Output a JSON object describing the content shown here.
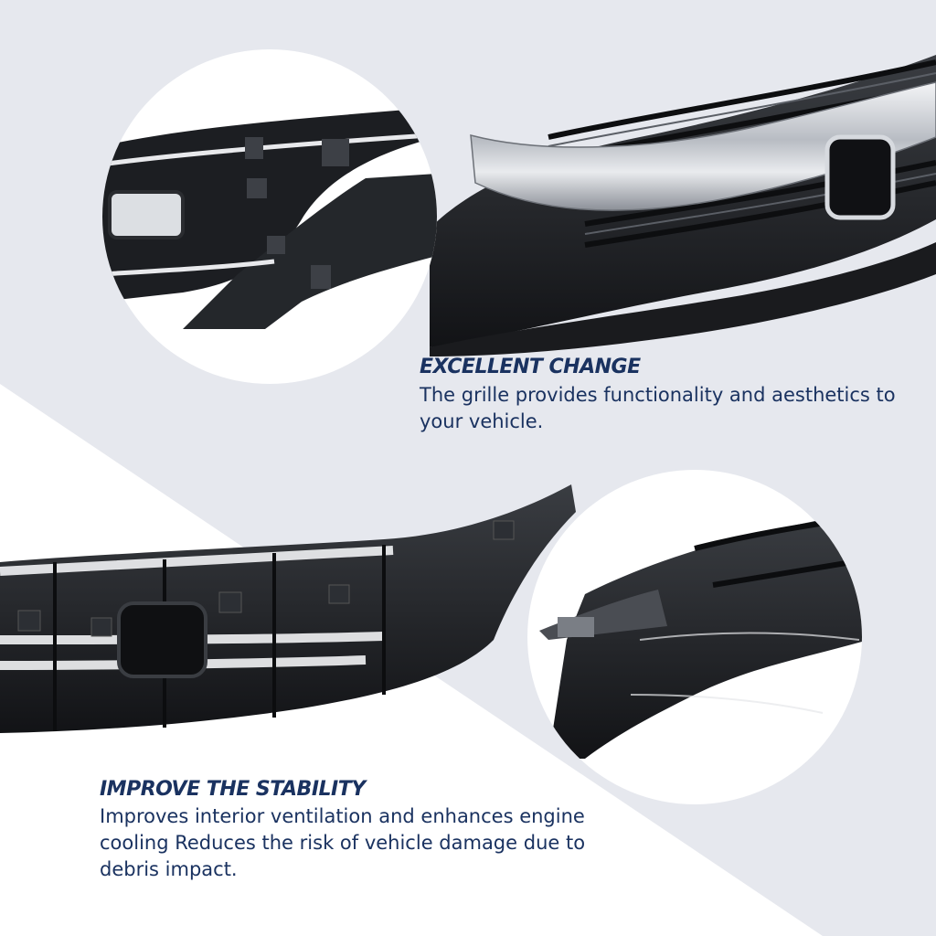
{
  "sections": [
    {
      "heading": "EXCELLENT CHANGE",
      "text": "The grille provides functionality and aesthetics to your vehicle."
    },
    {
      "heading": "IMPROVE THE STABILITY",
      "text": "Improves interior ventilation and enhances engine cooling Reduces the risk of vehicle damage due to debris impact."
    }
  ],
  "colors": {
    "text": "#1a3260",
    "background": "#e6e8ee",
    "circle": "#ffffff",
    "plastic": "#1e2024",
    "chrome": "#c9ccd1"
  }
}
